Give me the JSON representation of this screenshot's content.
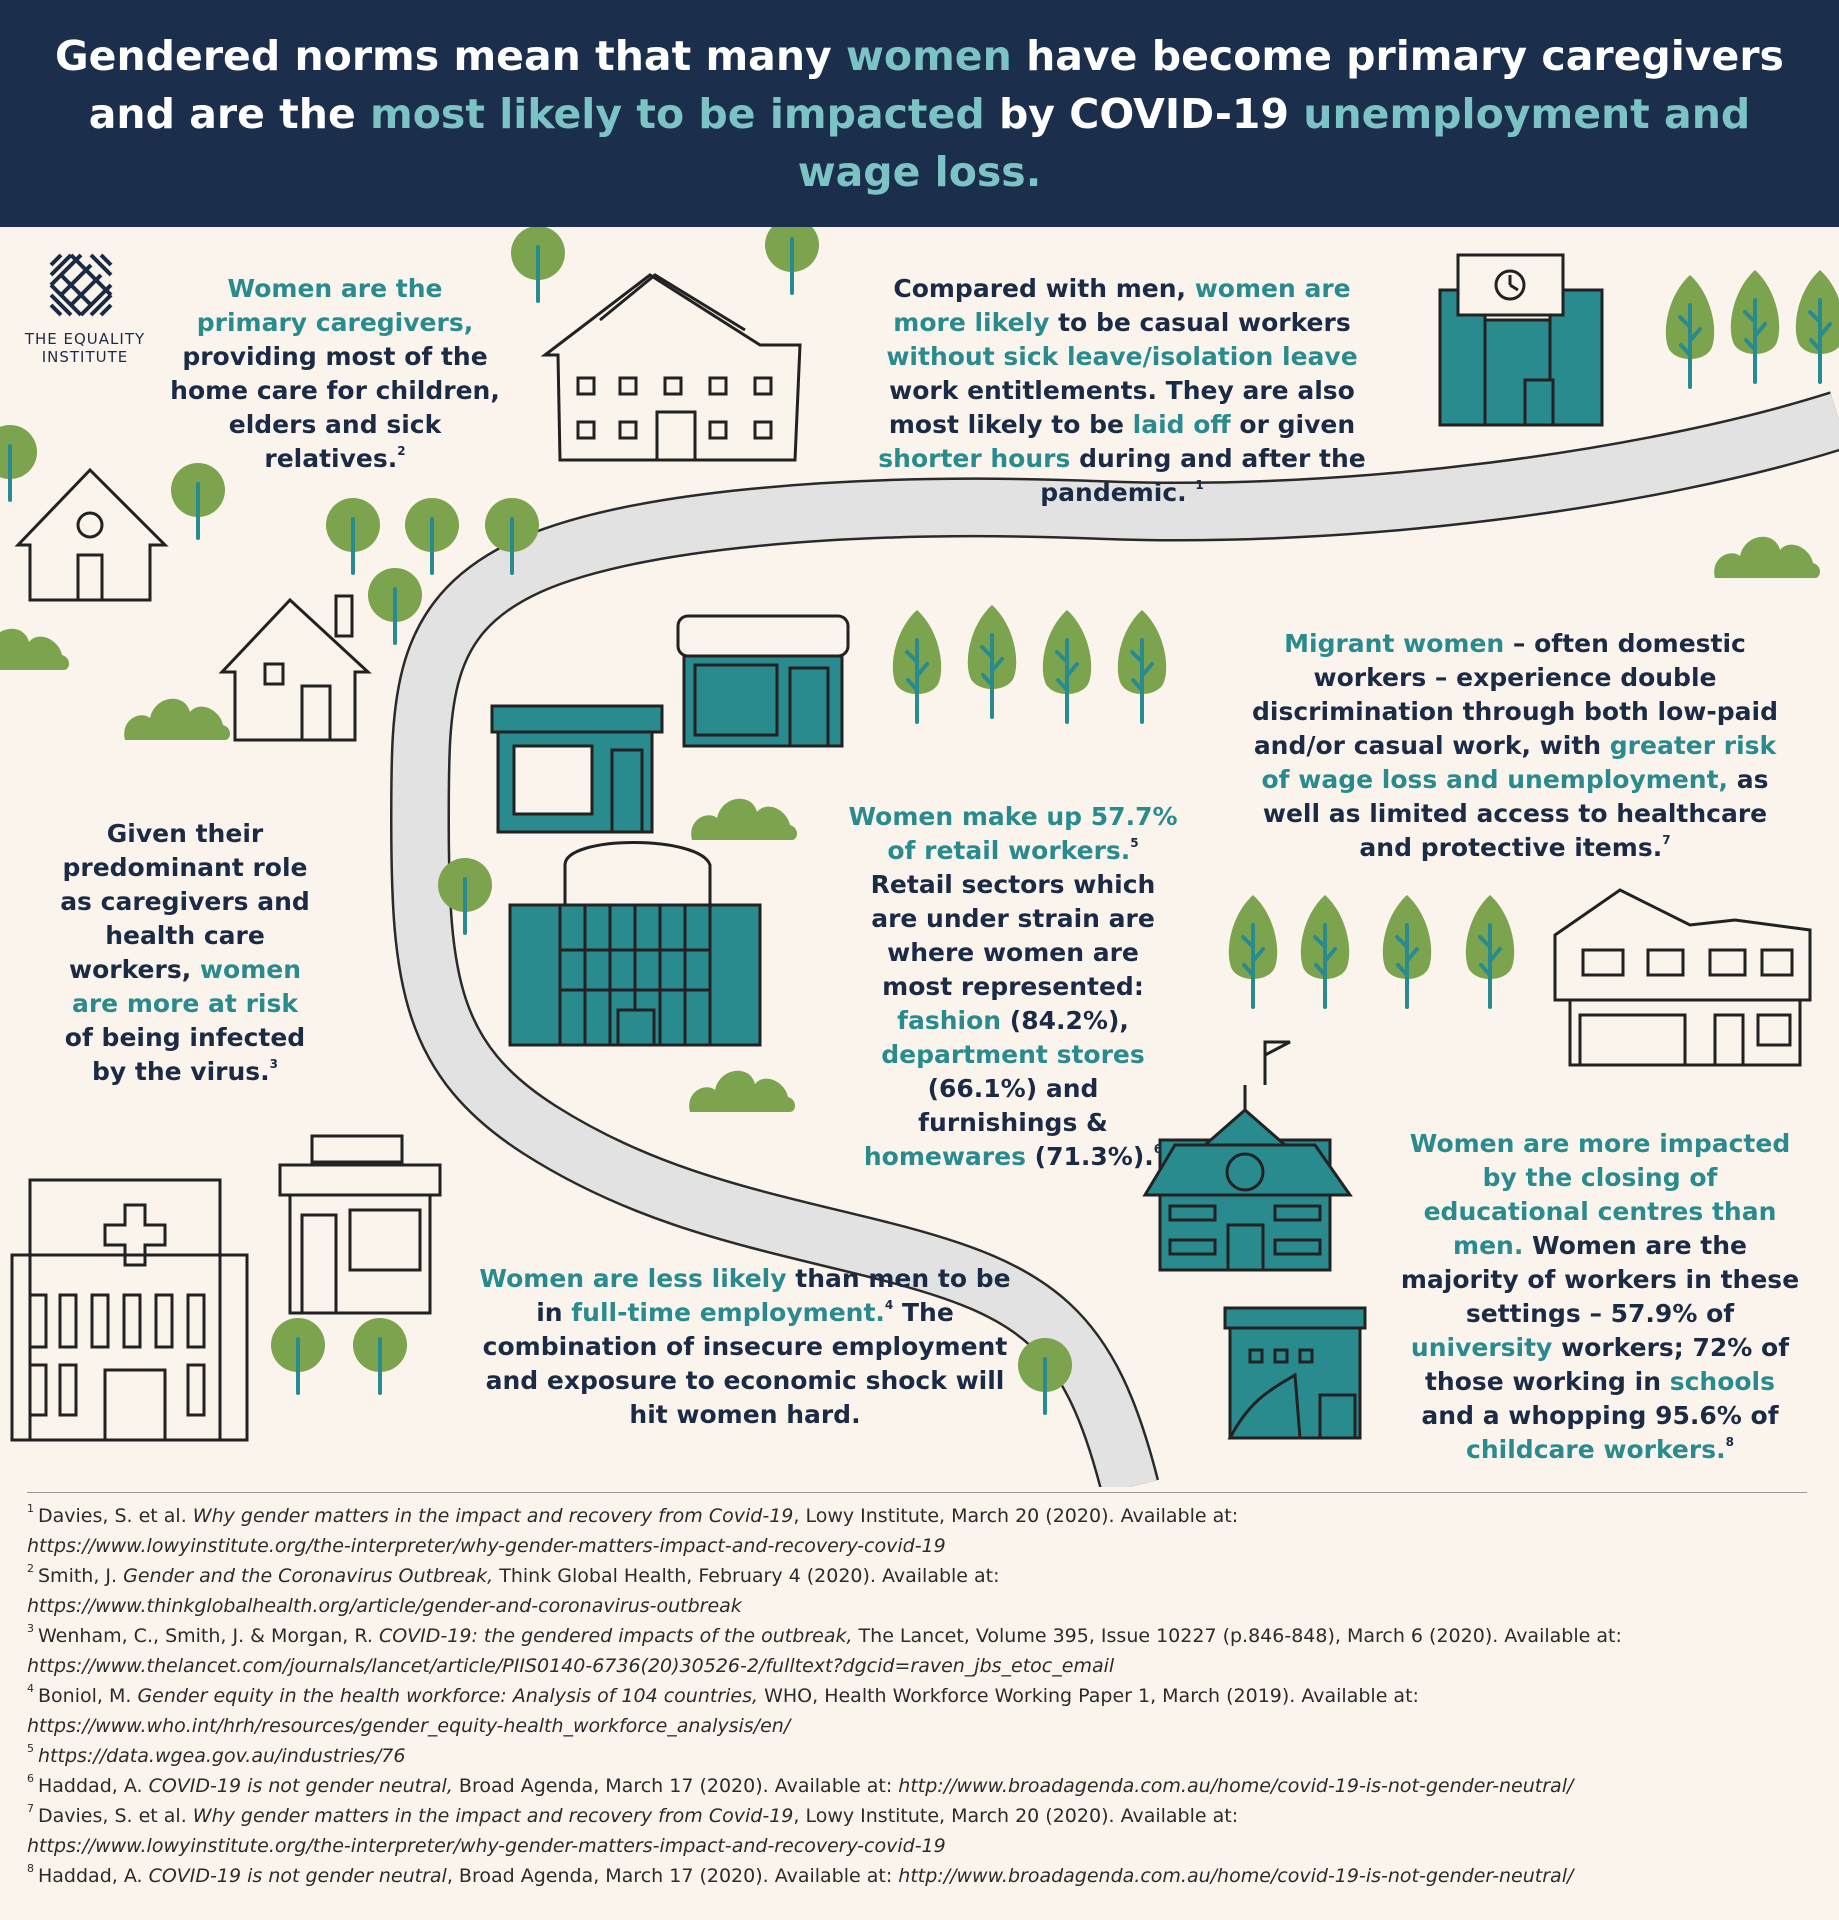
{
  "header": {
    "p1": "Gendered norms mean that many ",
    "p2": "women",
    "p3": " have become primary caregivers and are the ",
    "p4": "most likely to be impacted",
    "p5": " by COVID-19 ",
    "p6": "unemployment and wage loss."
  },
  "logo": {
    "text1": "THE EQUALITY",
    "text2": "INSTITUTE"
  },
  "colors": {
    "navy": "#1b2e4c",
    "teal": "#2a8b8f",
    "highlight": "#7cc3c5",
    "green": "#7ca34e",
    "background": "#fbf4ec",
    "building_teal": "#2a8b8f"
  },
  "blocks": {
    "caregivers": {
      "a": "Women are the primary caregivers,",
      "b": " providing most of the home care for children, elders and sick relatives.",
      "sup": "2"
    },
    "casual": {
      "a": "Compared with men, ",
      "b": "women are more likely",
      "c": " to be casual workers ",
      "d": "without sick leave/isolation leave",
      "e": " work entitlements. They are also most likely to be ",
      "f": "laid off",
      "g": " or given ",
      "h": "shorter hours",
      "i": " during and after the pandemic. ",
      "sup": "1"
    },
    "migrant": {
      "a": "Migrant women",
      "b": " – often domestic workers – experience double discrimination through both low-paid and/or casual work, with ",
      "c": "greater risk of wage loss and unemployment,",
      "d": " as well as limited access to healthcare and protective items.",
      "sup": "7"
    },
    "infected": {
      "a": "Given their predominant role as caregivers and health care workers, ",
      "b": "women are more at risk",
      "c": " of being infected by the virus.",
      "sup": "3"
    },
    "retail": {
      "a": "Women make up 57.7% of retail workers.",
      "sup1": "5",
      "b": " Retail sectors which are under strain are where women are most represented: ",
      "c": "fashion",
      "d": " (84.2%), ",
      "e": "department stores",
      "f": " (66.1%) and furnishings & ",
      "g": "homewares",
      "h": " (71.3%).",
      "sup2": "6"
    },
    "fulltime": {
      "a": "Women are less likely",
      "b": " than men to be in ",
      "c": "full-time employment.",
      "sup": "4",
      "d": " The combination of insecure employment and exposure to economic shock will hit women hard."
    },
    "education": {
      "a": "Women are more impacted by the closing of educational centres than men.",
      "b": " Women are the majority of workers in these settings – 57.9% of ",
      "c": "university",
      "d": " workers; 72% of those working in ",
      "e": "schools",
      "f": " and a whopping 95.6% of ",
      "g": "childcare workers.",
      "sup": "8"
    }
  },
  "icons": [
    "equality-institute-logo",
    "house-icon",
    "school-icon",
    "shop-icon",
    "clothing-store-icon",
    "cafe-icon",
    "mall-icon",
    "hospital-icon",
    "tree-icon",
    "bush-icon",
    "road-icon",
    "clock-tower-icon",
    "flag-icon"
  ],
  "references": [
    {
      "n": "1",
      "a": "Davies, S. et al. ",
      "b": "Why gender matters in the impact and recovery from Covid-19",
      "c": ", Lowy Institute, March 20 (2020). Available at:",
      "url": "https://www.lowyinstitute.org/the-interpreter/why-gender-matters-impact-and-recovery-covid-19"
    },
    {
      "n": "2",
      "a": "Smith, J. ",
      "b": "Gender and the Coronavirus Outbreak,",
      "c": " Think Global Health, February 4 (2020). Available at:",
      "url": "https://www.thinkglobalhealth.org/article/gender-and-coronavirus-outbreak"
    },
    {
      "n": "3",
      "a": "Wenham, C., Smith, J. & Morgan, R. ",
      "b": "COVID-19: the gendered impacts of the outbreak,",
      "c": " The Lancet, Volume 395, Issue 10227 (p.846-848), March 6 (2020). Available at:",
      "url": "https://www.thelancet.com/journals/lancet/article/PIIS0140-6736(20)30526-2/fulltext?dgcid=raven_jbs_etoc_email"
    },
    {
      "n": "4",
      "a": "Boniol, M. ",
      "b": "Gender equity in the health workforce: Analysis of 104 countries,",
      "c": " WHO, Health Workforce Working Paper 1, March (2019). Available at:",
      "url": "https://www.who.int/hrh/resources/gender_equity-health_workforce_analysis/en/"
    },
    {
      "n": "5",
      "url": "https://data.wgea.gov.au/industries/76"
    },
    {
      "n": "6",
      "a": "Haddad, A. ",
      "b": "COVID-19 is not gender neutral,",
      "c": " Broad Agenda, March 17 (2020). Available at: ",
      "url": "http://www.broadagenda.com.au/home/covid-19-is-not-gender-neutral/"
    },
    {
      "n": "7",
      "a": "Davies, S. et al. ",
      "b": "Why gender matters in the impact and recovery from Covid-19",
      "c": ", Lowy Institute, March 20 (2020). Available at:",
      "url": "https://www.lowyinstitute.org/the-interpreter/why-gender-matters-impact-and-recovery-covid-19"
    },
    {
      "n": "8",
      "a": "Haddad, A. ",
      "b": "COVID-19 is not gender neutral",
      "c": ", Broad Agenda, March 17 (2020). Available at: ",
      "url": "http://www.broadagenda.com.au/home/covid-19-is-not-gender-neutral/"
    }
  ]
}
